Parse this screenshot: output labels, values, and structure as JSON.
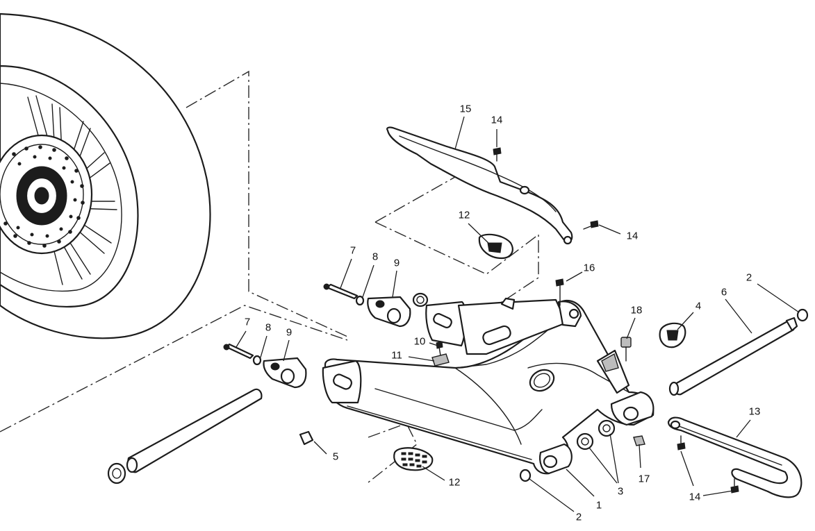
{
  "diagram": {
    "callouts": [
      {
        "id": "c15a",
        "text": "15"
      },
      {
        "id": "c14a",
        "text": "14"
      },
      {
        "id": "c14b",
        "text": "14"
      },
      {
        "id": "c12a",
        "text": "12"
      },
      {
        "id": "c7a",
        "text": "7"
      },
      {
        "id": "c8a",
        "text": "8"
      },
      {
        "id": "c9a",
        "text": "9"
      },
      {
        "id": "c16",
        "text": "16"
      },
      {
        "id": "c2a",
        "text": "2"
      },
      {
        "id": "c4",
        "text": "4"
      },
      {
        "id": "c6",
        "text": "6"
      },
      {
        "id": "c18",
        "text": "18"
      },
      {
        "id": "c10",
        "text": "10"
      },
      {
        "id": "c11",
        "text": "11"
      },
      {
        "id": "c7b",
        "text": "7"
      },
      {
        "id": "c8b",
        "text": "8"
      },
      {
        "id": "c9b",
        "text": "9"
      },
      {
        "id": "c13",
        "text": "13"
      },
      {
        "id": "c5",
        "text": "5"
      },
      {
        "id": "c12b",
        "text": "12"
      },
      {
        "id": "c17",
        "text": "17"
      },
      {
        "id": "c3",
        "text": "3"
      },
      {
        "id": "c1",
        "text": "1"
      },
      {
        "id": "c14c",
        "text": "14"
      },
      {
        "id": "c2b",
        "text": "2"
      }
    ]
  }
}
